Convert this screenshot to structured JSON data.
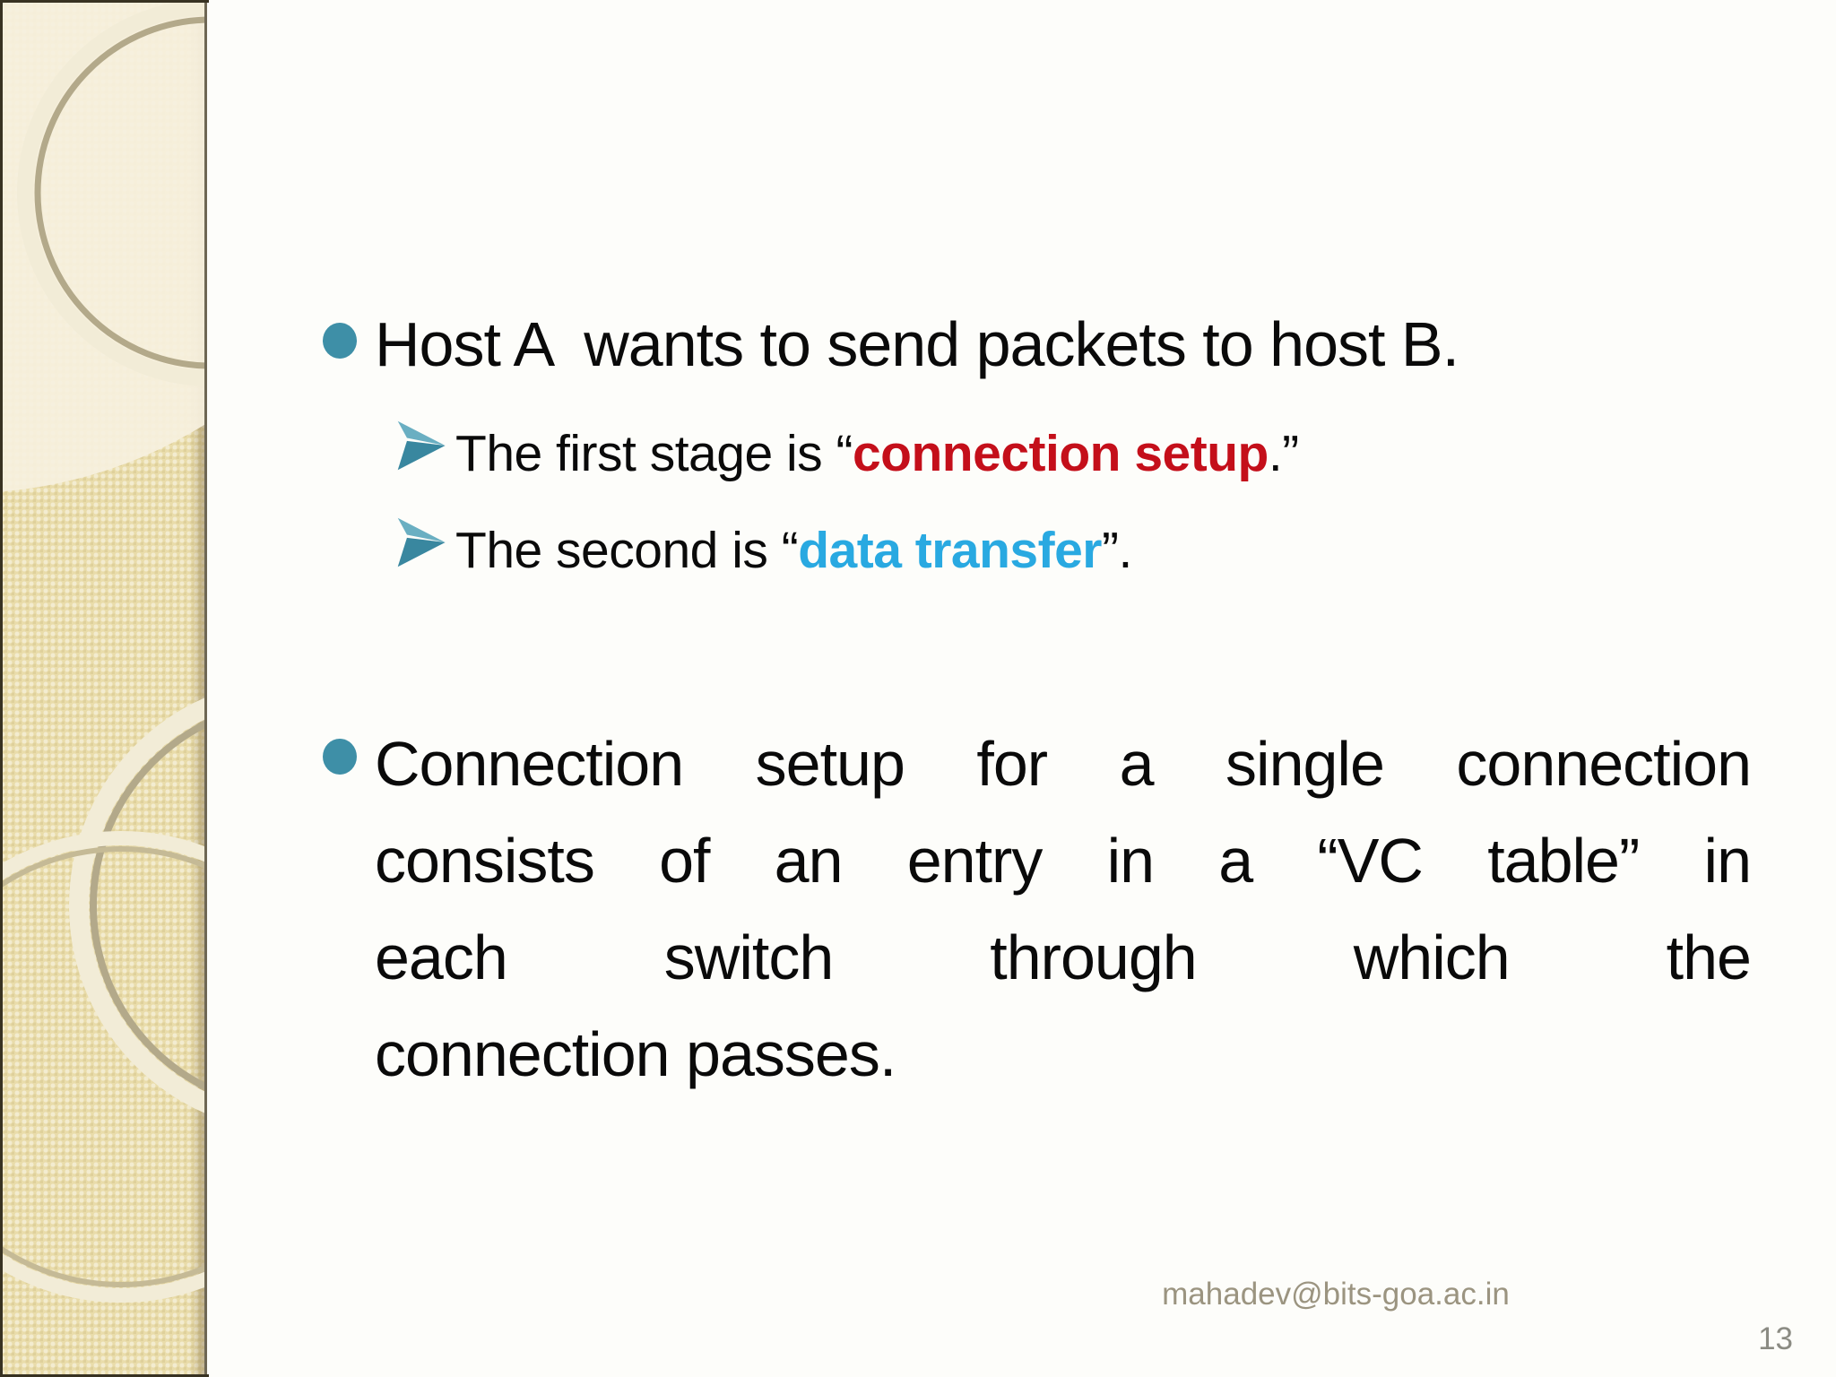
{
  "slide": {
    "content": {
      "bullet1": "Host A  wants to send packets to host B.",
      "sub1": {
        "pre": "The first stage is “",
        "highlight": "connection setup",
        "post": ".”"
      },
      "sub2": {
        "pre": "The second is “",
        "highlight": "data transfer",
        "post": "”."
      },
      "bullet2_lines": [
        "Connection setup for a single connection",
        "consists of an entry in a “VC table” in",
        "each switch through which the",
        "connection passes."
      ]
    },
    "footer": {
      "email": "mahadev@bits-goa.ac.in",
      "page_number": "13"
    },
    "colors": {
      "bullet_teal": "#3e8fa7",
      "highlight_red": "#c40f1a",
      "highlight_blue": "#29a9e1",
      "sidebar_base": "#e9dcaa",
      "sidebar_light": "#f3edda",
      "ring_cream": "#f2ecd7",
      "ring_tan": "#b3a98a",
      "footer_gray": "#9b9480",
      "text": "#0a0a0a",
      "background": "#fdfdfa"
    }
  }
}
